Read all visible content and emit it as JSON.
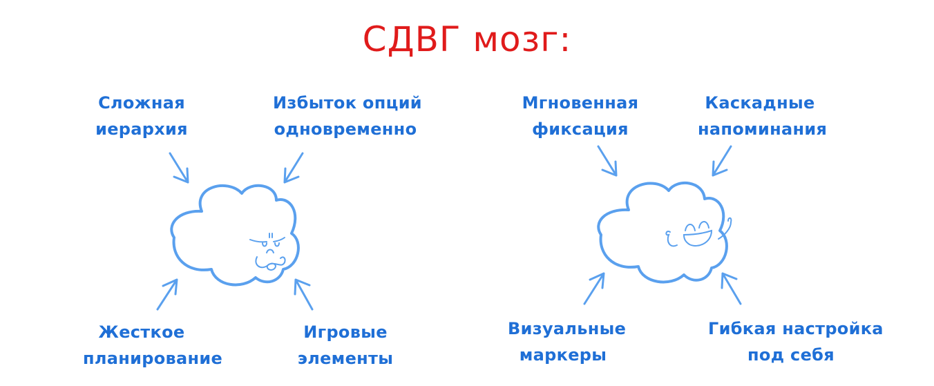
{
  "title": "СДВГ мозг:",
  "colors": {
    "title": "#e01b1b",
    "labels": "#1f6fd6",
    "strokes": "#5aa0ee"
  },
  "left_diagram": {
    "mood": "angry",
    "labels": [
      {
        "position": "top-left",
        "line1": "Сложная",
        "line2": "иерархия"
      },
      {
        "position": "top-right",
        "line1": "Избыток опций",
        "line2": "одновременно"
      },
      {
        "position": "bottom-left",
        "line1": "Жесткое",
        "line2": "планирование"
      },
      {
        "position": "bottom-right",
        "line1": "Игровые",
        "line2": "элементы"
      }
    ]
  },
  "right_diagram": {
    "mood": "happy",
    "labels": [
      {
        "position": "top-left",
        "line1": "Мгновенная",
        "line2": "фиксация"
      },
      {
        "position": "top-right",
        "line1": "Каскадные",
        "line2": "напоминания"
      },
      {
        "position": "bottom-left",
        "line1": "Визуальные",
        "line2": "маркеры"
      },
      {
        "position": "bottom-right",
        "line1": "Гибкая настройка",
        "line2": "под себя"
      }
    ]
  }
}
